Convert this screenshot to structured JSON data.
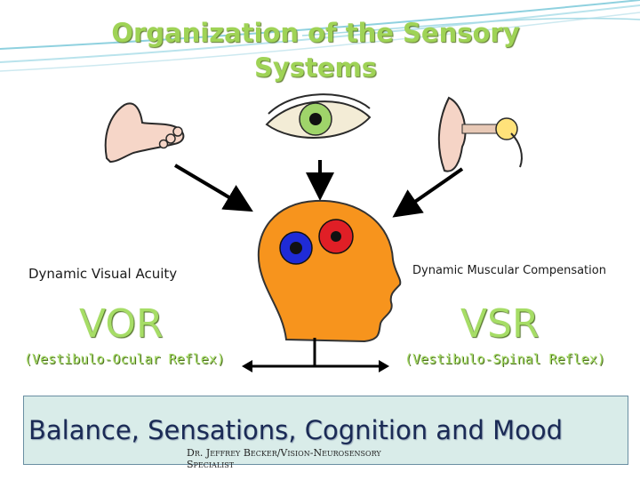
{
  "slide": {
    "title": "Organization of the Sensory Systems",
    "left_label": "Dynamic Visual Acuity",
    "right_label": "Dynamic Muscular Compensation",
    "left_acronym": "VOR",
    "right_acronym": "VSR",
    "left_expansion": "(Vestibulo-Ocular Reflex)",
    "right_expansion": "(Vestibulo-Spinal Reflex)",
    "banner": "Balance, Sensations, Cognition and Mood",
    "credit_line1": "Dr. Jeffrey Becker/Vision-Neurosensory",
    "credit_line2": "Specialist"
  },
  "colors": {
    "title": "#9fd356",
    "acronym": "#a6dd66",
    "head": "#f7941d",
    "gear_red": "#e01f26",
    "gear_blue": "#1f2bd6",
    "banner_bg": "#d9ece9"
  },
  "icons": [
    "foot-icon",
    "eye-icon",
    "ear-icon",
    "head-with-gears-icon"
  ]
}
